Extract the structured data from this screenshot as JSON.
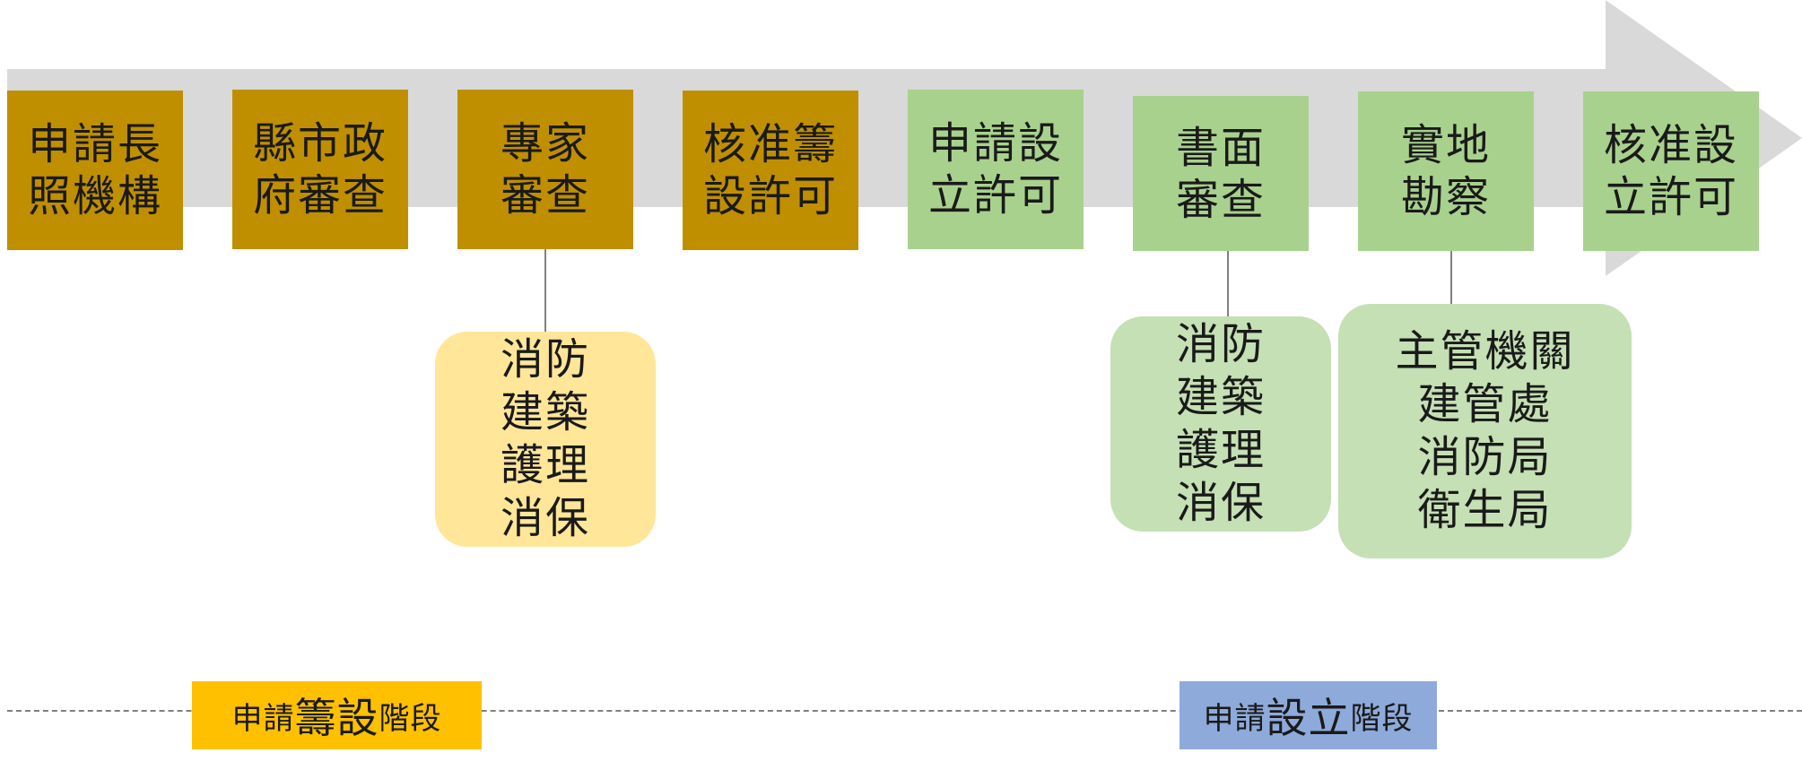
{
  "timeline": {
    "steps": [
      {
        "lines": [
          "申請長",
          "照機構"
        ],
        "color": "#bf8f00"
      },
      {
        "lines": [
          "縣市政",
          "府審查"
        ],
        "color": "#bf8f00"
      },
      {
        "lines": [
          "專家",
          "審查"
        ],
        "color": "#bf8f00"
      },
      {
        "lines": [
          "核准籌",
          "設許可"
        ],
        "color": "#bf8f00"
      },
      {
        "lines": [
          "申請設",
          "立許可"
        ],
        "color": "#a9d18e"
      },
      {
        "lines": [
          "書面",
          "審查"
        ],
        "color": "#a9d18e"
      },
      {
        "lines": [
          "實地",
          "勘察"
        ],
        "color": "#a9d18e"
      },
      {
        "lines": [
          "核准設",
          "立許可"
        ],
        "color": "#a9d18e"
      }
    ],
    "arrow_color": "#d9d9d9"
  },
  "details": {
    "expert_review": {
      "lines": [
        "消防",
        "建築",
        "護理",
        "消保"
      ],
      "color": "#ffe699"
    },
    "document_review": {
      "lines": [
        "消防",
        "建築",
        "護理",
        "消保"
      ],
      "color": "#c5e0b4"
    },
    "site_inspection": {
      "lines": [
        "主管機關",
        "建管處",
        "消防局",
        "衛生局"
      ],
      "color": "#c5e0b4"
    }
  },
  "phases": {
    "preparation": {
      "prefix": "申請",
      "main": "籌設",
      "suffix": "階段",
      "color": "#ffc000"
    },
    "establishment": {
      "prefix": "申請",
      "main": "設立",
      "suffix": "階段",
      "color": "#8eaadb"
    }
  }
}
